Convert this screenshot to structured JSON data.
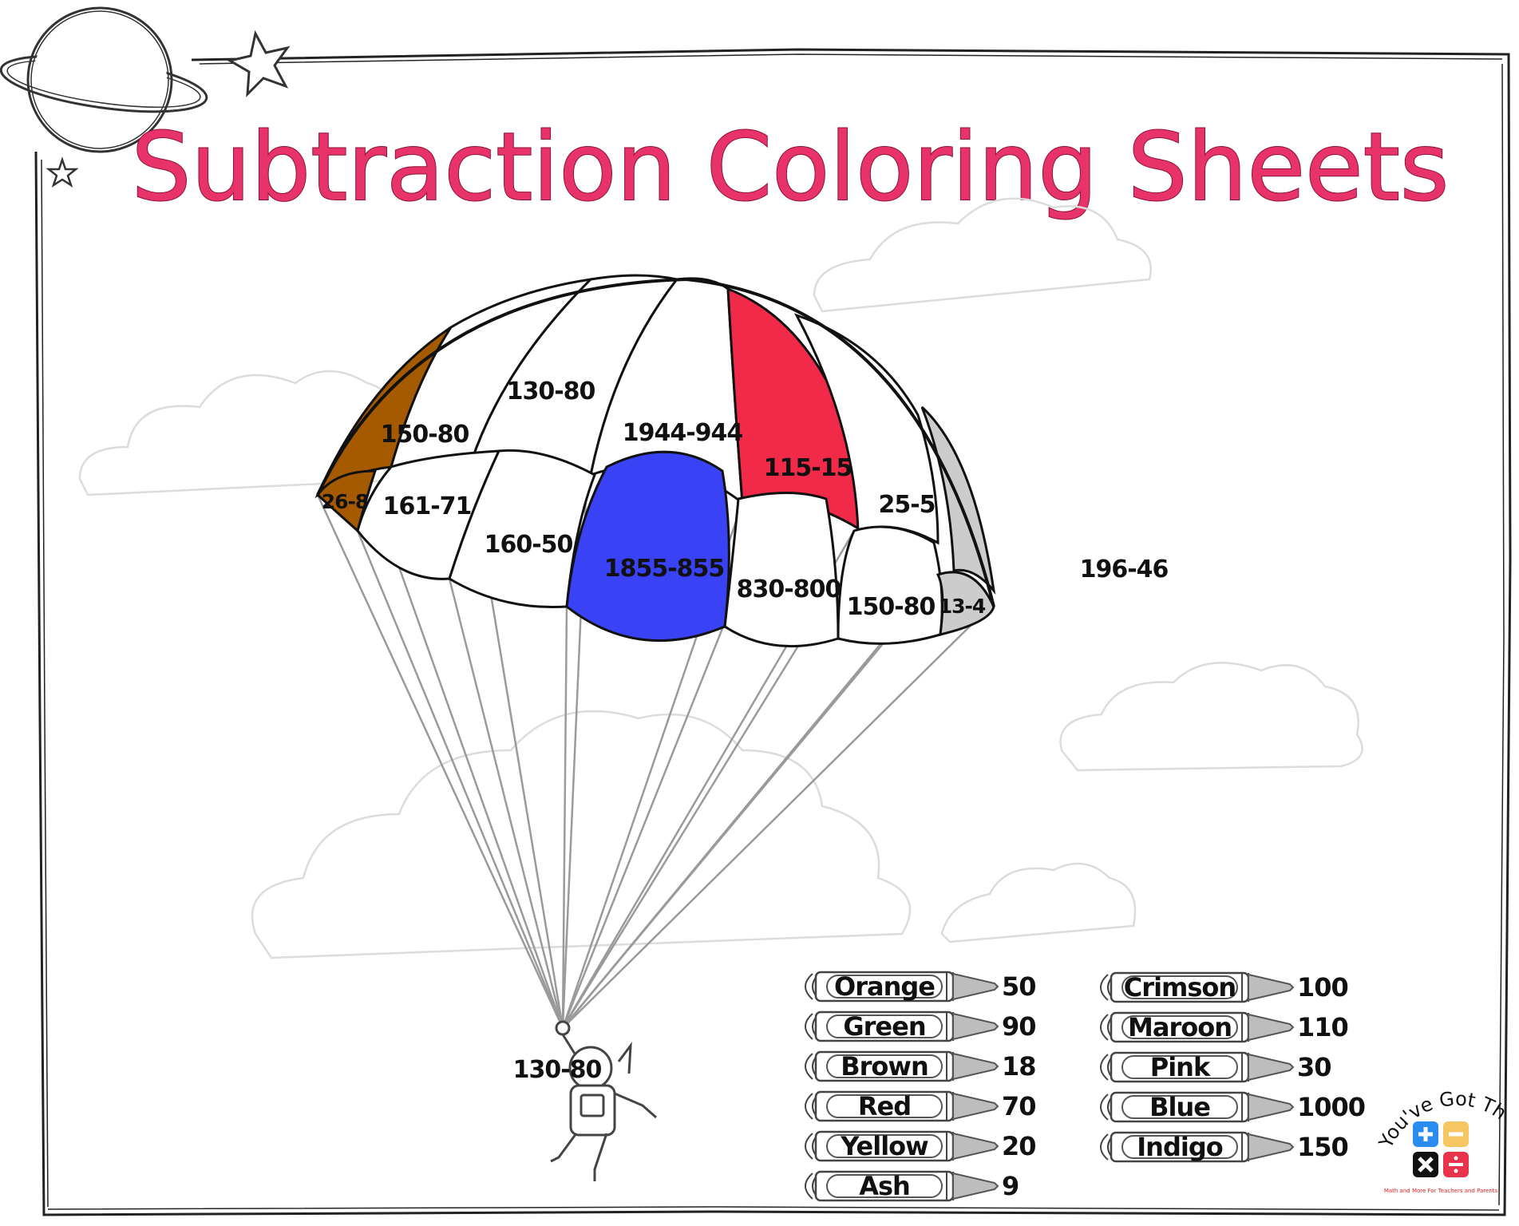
{
  "title": "Subtraction Coloring Sheets",
  "problems": {
    "p_26_8": "26-8",
    "p_150_80_top": "150-80",
    "p_130_80_top": "130-80",
    "p_1944_944": "1944-944",
    "p_115_15": "115-15",
    "p_25_5": "25-5",
    "p_161_71": "161-71",
    "p_160_50": "160-50",
    "p_1855_855": "1855-855",
    "p_830_800": "830-800",
    "p_150_80_low": "150-80",
    "p_13_4": "13-4",
    "p_196_46": "196-46",
    "p_130_80_astronaut": "130-80"
  },
  "colors": {
    "brown": "#a65a00",
    "red": "#f02a48",
    "blue": "#3a42f5",
    "ash": "#cccccc",
    "title": "#e8336a"
  },
  "key_left": [
    {
      "name": "Orange",
      "value": "50"
    },
    {
      "name": "Green",
      "value": "90"
    },
    {
      "name": "Brown",
      "value": "18"
    },
    {
      "name": "Red",
      "value": "70"
    },
    {
      "name": "Yellow",
      "value": "20"
    },
    {
      "name": "Ash",
      "value": "9"
    }
  ],
  "key_right": [
    {
      "name": "Crimson",
      "value": "100"
    },
    {
      "name": "Maroon",
      "value": "110"
    },
    {
      "name": "Pink",
      "value": "30"
    },
    {
      "name": "Blue",
      "value": "1000"
    },
    {
      "name": "Indigo",
      "value": "150"
    }
  ],
  "logo": {
    "text": "You've Got This Math",
    "tagline": "Math and More For Teachers and Parents",
    "icons": [
      "plus-icon",
      "minus-icon",
      "times-icon",
      "divide-icon"
    ]
  }
}
